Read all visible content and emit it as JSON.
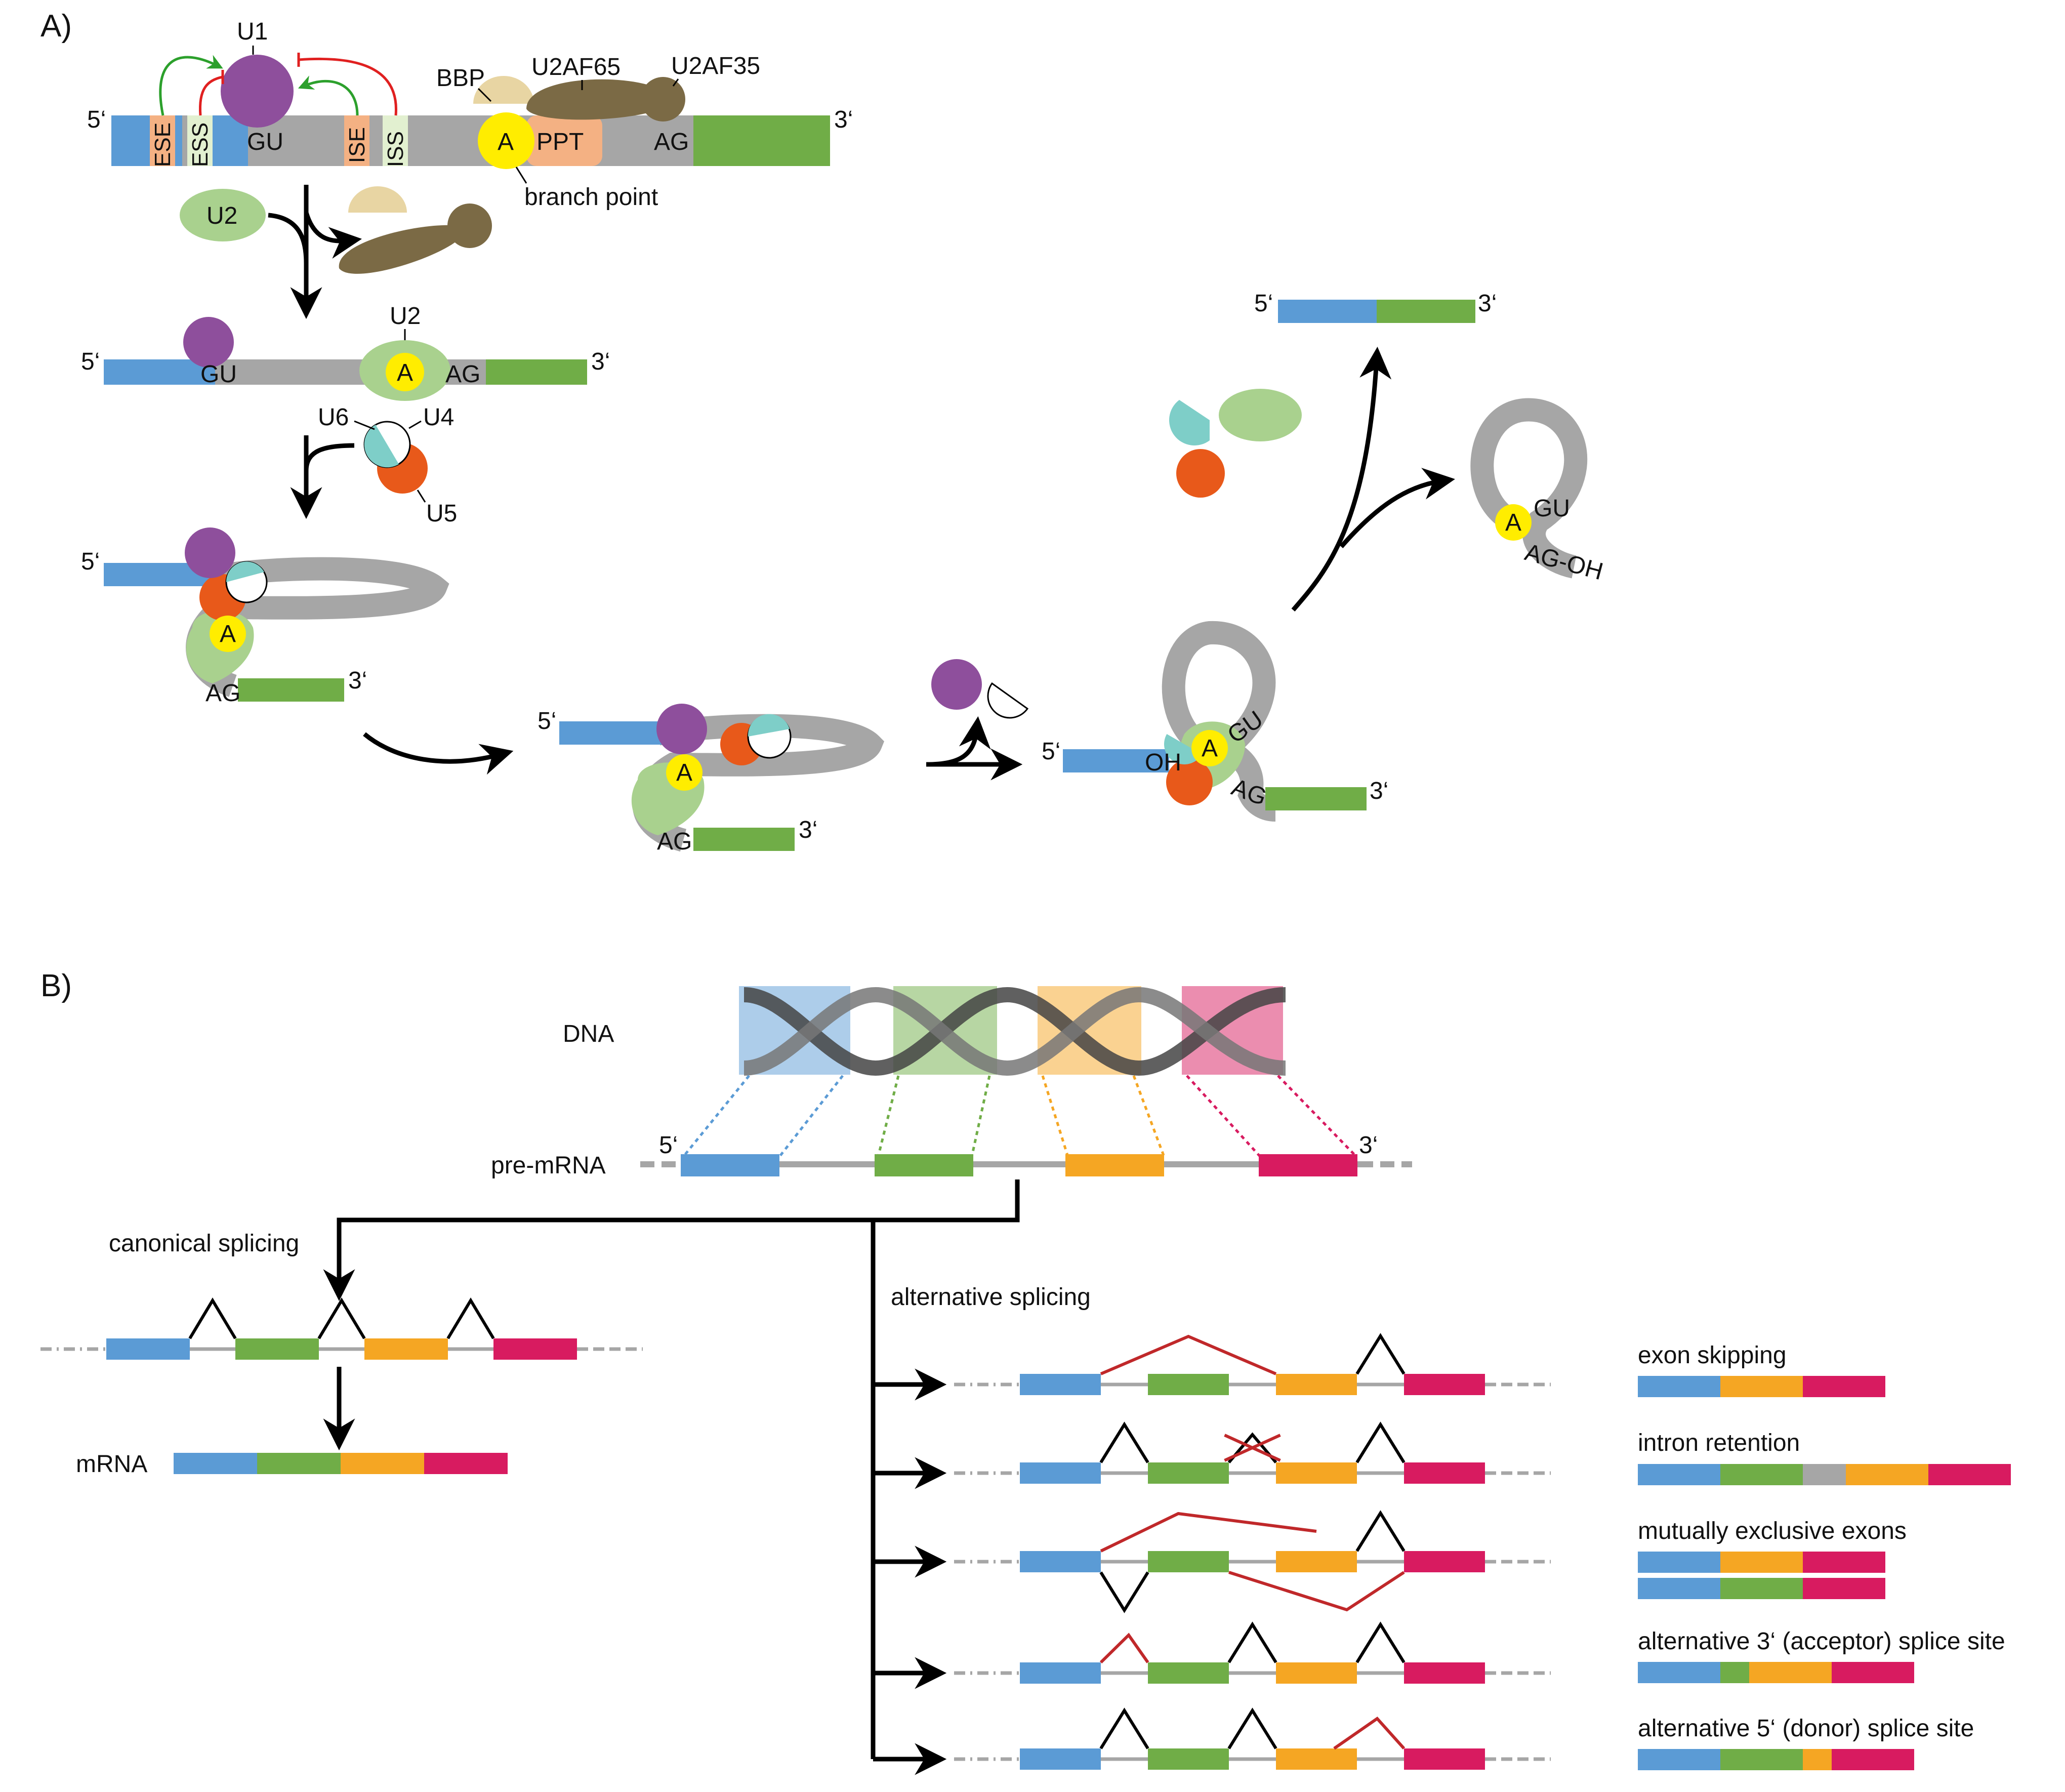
{
  "colors": {
    "exon1": "#5b9bd5",
    "exon2": "#70ad47",
    "exon3": "#f5a623",
    "exon4": "#d81b60",
    "intron": "#a6a6a6",
    "U1": "#8e4f9c",
    "U2": "#a9d18e",
    "U4U6": "#7ecec8",
    "U5": "#e8591a",
    "U2AF": "#7b6a45",
    "BBP": "#e8d5a3",
    "PPT": "#f4b183",
    "branch": "#ffed00",
    "ESE": "#f4b183",
    "ESS": "#e2f0d0",
    "activate": "#2ca02c",
    "inhibit": "#e02020",
    "alt": "#c0282a"
  },
  "panelA": {
    "label": "A)",
    "five_prime": "5‘",
    "three_prime": "3‘",
    "U1": "U1",
    "U2": "U2",
    "U4": "U4",
    "U5": "U5",
    "U6": "U6",
    "BBP": "BBP",
    "U2AF65": "U2AF65",
    "U2AF35": "U2AF35",
    "ESE": "ESE",
    "ESS": "ESS",
    "ISE": "ISE",
    "ISS": "ISS",
    "GU": "GU",
    "AG": "AG",
    "A": "A",
    "PPT": "PPT",
    "OH": "OH",
    "AG_OH": "AG-OH",
    "branch_point": "branch point"
  },
  "panelB": {
    "label": "B)",
    "dna": "DNA",
    "pre_mrna": "pre-mRNA",
    "five_prime": "5‘",
    "three_prime": "3‘",
    "canonical": "canonical splicing",
    "mrna": "mRNA",
    "alternative": "alternative splicing",
    "events": [
      "exon skipping",
      "intron retention",
      "mutually exclusive exons",
      "alternative 3‘ (acceptor) splice site",
      "alternative 5‘ (donor) splice site"
    ]
  }
}
